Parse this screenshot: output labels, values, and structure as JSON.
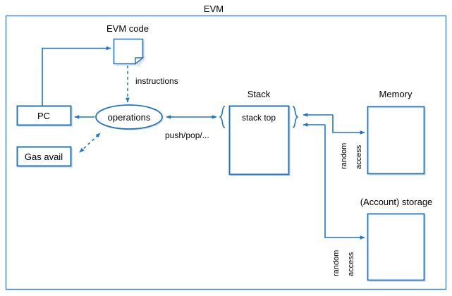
{
  "diagram": {
    "title": "EVM",
    "colors": {
      "stroke": "#1f75c4",
      "text": "#000000",
      "fill": "#ffffff",
      "shadow": "#c8c8c8",
      "outer_border": "#2e86d0"
    },
    "nodes": {
      "evm_code": {
        "label": "EVM code",
        "shape": "document"
      },
      "pc": {
        "label": "PC",
        "shape": "rect"
      },
      "gas_avail": {
        "label": "Gas avail",
        "shape": "rect"
      },
      "operations": {
        "label": "operations",
        "shape": "ellipse"
      },
      "stack": {
        "label": "Stack",
        "shape": "rect",
        "inner_label": "stack top"
      },
      "memory": {
        "label": "Memory",
        "shape": "rect"
      },
      "storage": {
        "label": "(Account) storage",
        "shape": "rect"
      }
    },
    "edges": {
      "instructions": {
        "label": "instructions",
        "style": "dashed",
        "from": "evm_code",
        "to": "operations"
      },
      "push_pop": {
        "label": "push/pop/...",
        "style": "solid-bidirectional",
        "from": "operations",
        "to": "stack"
      },
      "memory_access": {
        "label_line1": "random",
        "label_line2": "access",
        "style": "solid-bidirectional",
        "from": "stack",
        "to": "memory"
      },
      "storage_access": {
        "label_line1": "random",
        "label_line2": "access",
        "style": "solid-bidirectional",
        "from": "stack",
        "to": "storage"
      },
      "pc_to_code": {
        "label": "",
        "style": "solid",
        "from": "pc",
        "to": "evm_code"
      },
      "ops_to_pc": {
        "label": "",
        "style": "solid",
        "from": "operations",
        "to": "pc"
      },
      "ops_to_gas": {
        "label": "",
        "style": "dashed-bidirectional",
        "from": "operations",
        "to": "gas_avail"
      }
    }
  }
}
